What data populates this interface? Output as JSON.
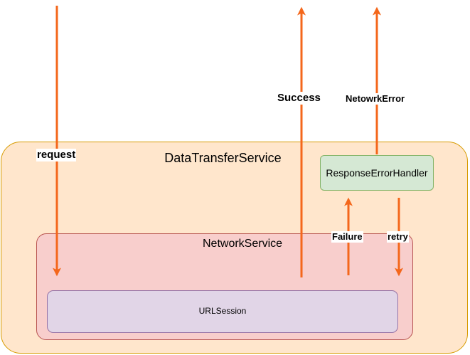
{
  "nodes": {
    "data_transfer_service": "DataTransferService",
    "network_service": "NetworkService",
    "url_session": "URLSession",
    "response_error_handler": "ResponseErrorHandler"
  },
  "edges": {
    "request": "request",
    "success": "Success",
    "network_error": "NetowrkError",
    "failure": "Failure",
    "retry": "retry"
  },
  "colors": {
    "arrow": "#f4671b",
    "data_transfer_service_fill": "#ffe6cc",
    "network_service_fill": "#f8cecc",
    "url_session_fill": "#e1d5e7",
    "response_error_handler_fill": "#d5e8d4"
  }
}
